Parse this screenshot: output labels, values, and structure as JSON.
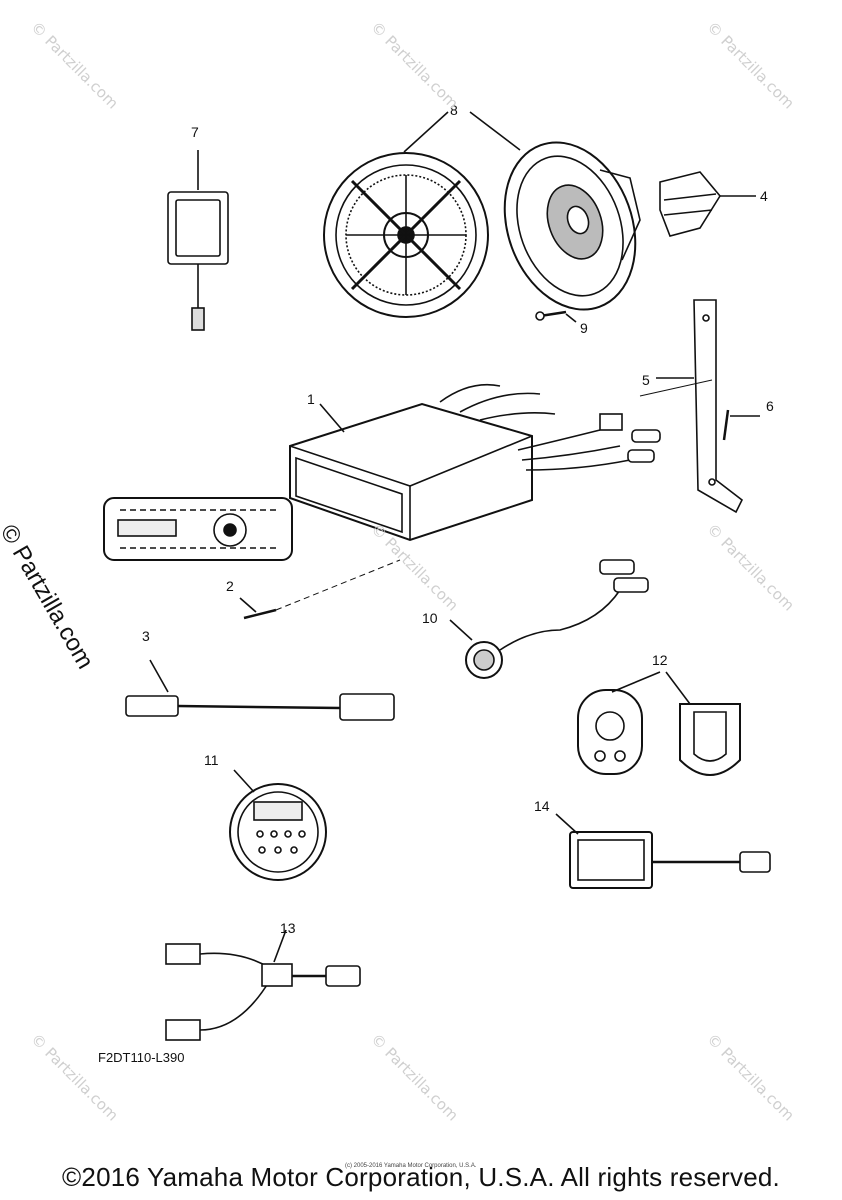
{
  "callouts": {
    "c1": "1",
    "c2": "2",
    "c3": "3",
    "c4": "4",
    "c5": "5",
    "c6": "6",
    "c7": "7",
    "c8": "8",
    "c9": "9",
    "c10": "10",
    "c11": "11",
    "c12": "12",
    "c13": "13",
    "c14": "14"
  },
  "diagram_code": "F2DT110-L390",
  "copyright": "©2016 Yamaha Motor Corporation, U.S.A. All rights reserved.",
  "small_copyright": "(c) 2005-2016 Yamaha Motor Corporation, U.S.A.",
  "watermark_side": "© Partzilla.com",
  "watermark_tile": "© Partzilla.com"
}
